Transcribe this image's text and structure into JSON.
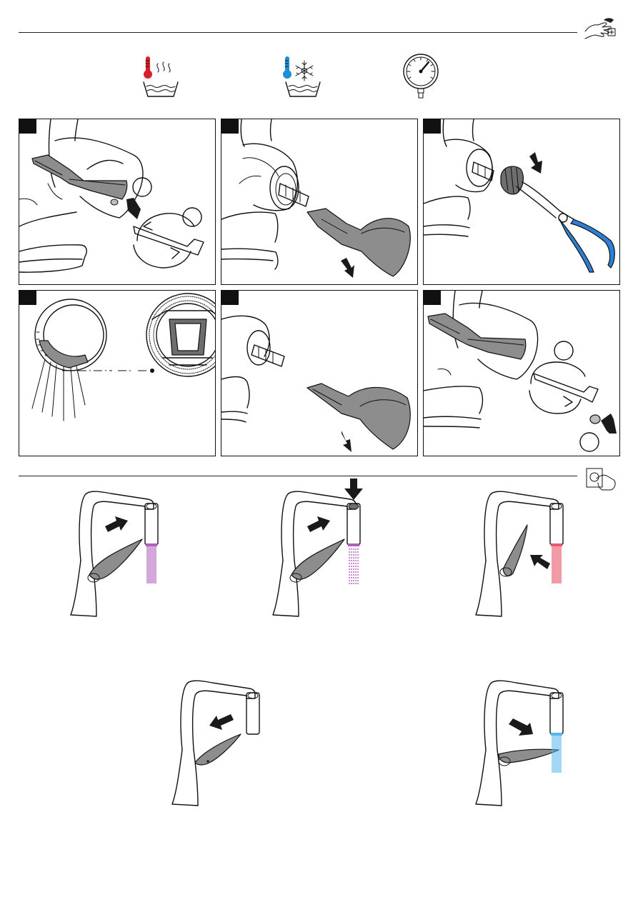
{
  "header": {
    "hand_tool_icon": "hand-tool-icon",
    "hot_water_icon": "hot-water-icon",
    "cold_water_icon": "cold-water-icon",
    "pressure_gauge_icon": "pressure-gauge-icon"
  },
  "steps_a": [
    {
      "panel": 1,
      "callouts": [
        "",
        ""
      ],
      "description_icon": "remove-lever-screw"
    },
    {
      "panel": 2,
      "callouts": [],
      "description_icon": "pull-off-lever"
    },
    {
      "panel": 3,
      "callouts": [],
      "description_icon": "unscrew-nut-pliers"
    },
    {
      "panel": 4,
      "callouts": [],
      "description_icon": "cartridge-scale"
    },
    {
      "panel": 5,
      "callouts": [],
      "description_icon": "push-on-lever"
    },
    {
      "panel": 6,
      "callouts": [
        "",
        ""
      ],
      "description_icon": "tighten-lever-screw"
    }
  ],
  "section_b": {
    "push_button_icon": "push-button-icon",
    "operations": [
      "lever-open-mixed",
      "push-button-spray",
      "lever-hot",
      "lever-close",
      "lever-cold"
    ]
  },
  "colors": {
    "hot": "#d7202a",
    "cold": "#1e8fd6",
    "plier_handle": "#2d7fd3",
    "mixed_flow": "#b15fbd",
    "hot_flow": "#e8596b",
    "cold_flow": "#55b6ee",
    "lever_grey": "#8d8d8d"
  }
}
